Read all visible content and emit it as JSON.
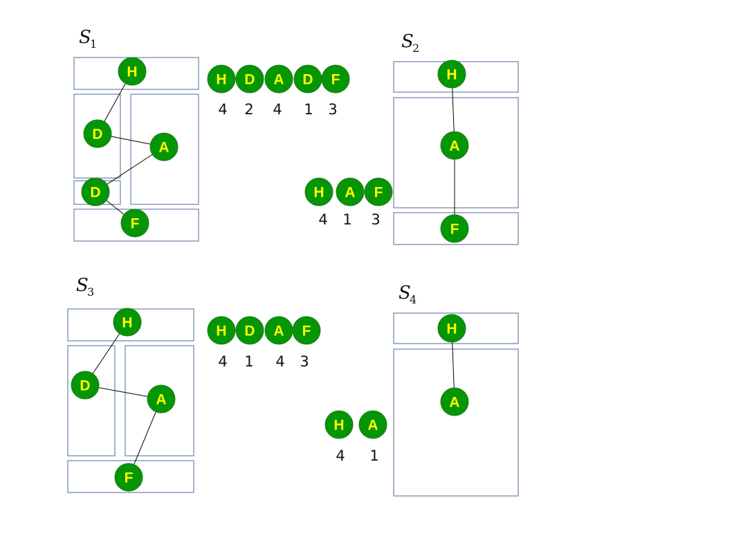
{
  "colors": {
    "node_fill": "#059605",
    "node_text": "#ffff00",
    "box_border": "#4a6a9a",
    "edge": "#000000"
  },
  "panels": [
    {
      "id": "s1",
      "title": {
        "letter": "S",
        "sub": "1"
      },
      "graph_nodes": [
        "H",
        "D",
        "A",
        "D",
        "F"
      ],
      "sequence": {
        "letters": [
          "H",
          "D",
          "A",
          "D",
          "F"
        ],
        "counts": [
          "4",
          "2",
          "4",
          "1",
          "3"
        ]
      },
      "reduced": null
    },
    {
      "id": "s2",
      "title": {
        "letter": "S",
        "sub": "2"
      },
      "graph_nodes": [
        "H",
        "A",
        "F"
      ],
      "sequence": null,
      "reduced": {
        "letters": [
          "H",
          "A",
          "F"
        ],
        "counts": [
          "4",
          "1",
          "3"
        ]
      }
    },
    {
      "id": "s3",
      "title": {
        "letter": "S",
        "sub": "3"
      },
      "graph_nodes": [
        "H",
        "D",
        "A",
        "F"
      ],
      "sequence": {
        "letters": [
          "H",
          "D",
          "A",
          "F"
        ],
        "counts": [
          "4",
          "1",
          "4",
          "3"
        ]
      },
      "reduced": null
    },
    {
      "id": "s4",
      "title": {
        "letter": "S",
        "sub": "4"
      },
      "graph_nodes": [
        "H",
        "A"
      ],
      "sequence": null,
      "reduced": {
        "letters": [
          "H",
          "A"
        ],
        "counts": [
          "4",
          "1"
        ]
      }
    }
  ]
}
